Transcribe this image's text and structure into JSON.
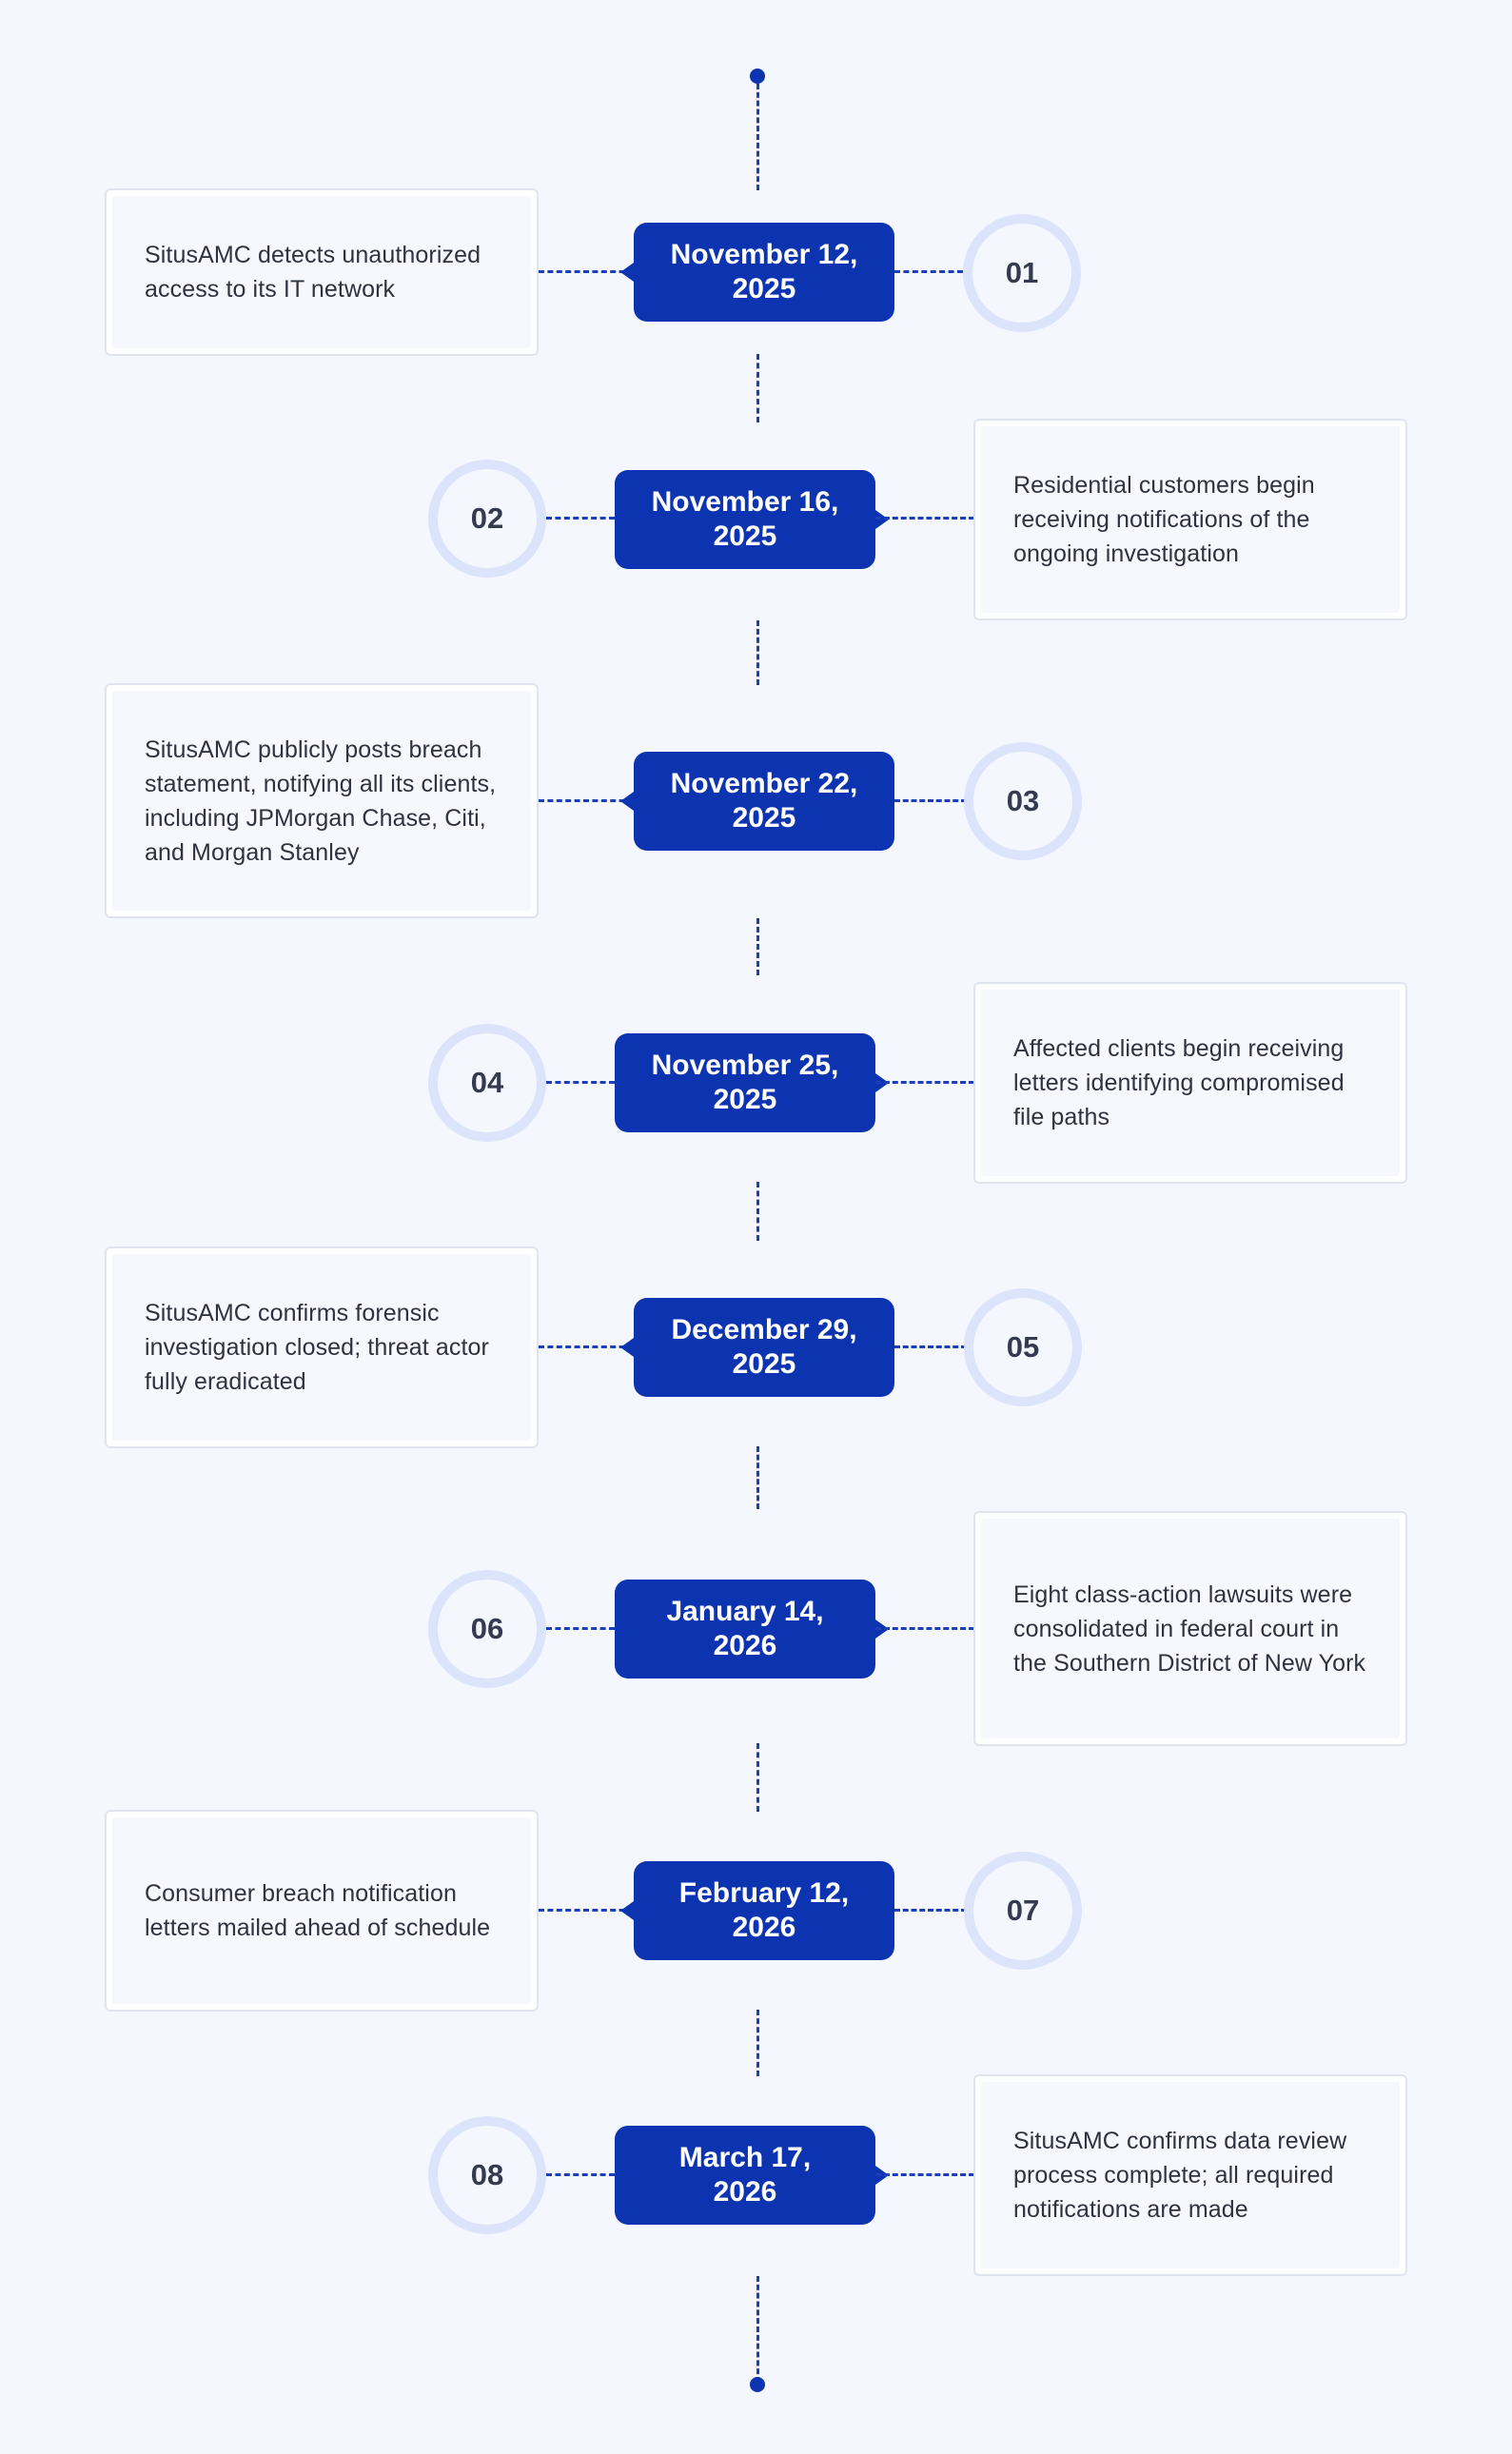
{
  "timeline": {
    "events": [
      {
        "number": "01",
        "date": "November 12,\n2025",
        "text": "SitusAMC detects unauthorized access to its IT network"
      },
      {
        "number": "02",
        "date": "November 16,\n2025",
        "text": "Residential customers begin receiving notifications of the ongoing investigation"
      },
      {
        "number": "03",
        "date": "November 22,\n2025",
        "text": "SitusAMC publicly posts breach statement, notifying all its clients, including JPMorgan Chase, Citi, and Morgan Stanley"
      },
      {
        "number": "04",
        "date": "November 25,\n2025",
        "text": "Affected clients begin receiving letters identifying compromised file paths"
      },
      {
        "number": "05",
        "date": "December 29,\n2025",
        "text": "SitusAMC confirms forensic investigation closed; threat actor fully eradicated"
      },
      {
        "number": "06",
        "date": "January 14,\n2026",
        "text": "Eight class-action lawsuits were consolidated in federal court in the Southern District of New York"
      },
      {
        "number": "07",
        "date": "February 12,\n2026",
        "text": "Consumer breach notification letters mailed ahead of schedule"
      },
      {
        "number": "08",
        "date": "March 17,\n2026",
        "text": "SitusAMC confirms data review process complete; all required notifications are made"
      }
    ]
  },
  "colors": {
    "background": "#f4f7fe",
    "accent": "#0c33b0",
    "circle_ring": "#dbe4fb",
    "card_border": "#dfe4ef",
    "text": "#2f3340"
  }
}
